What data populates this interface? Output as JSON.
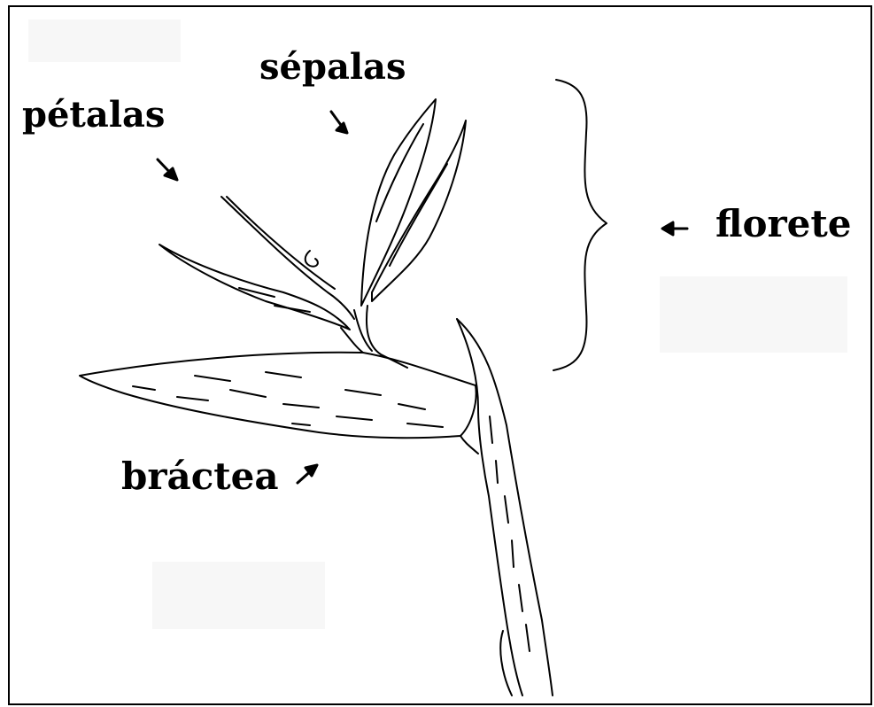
{
  "labels": {
    "sepals": "sépalas",
    "petals": "pétalas",
    "floret": "florete",
    "bract": "bráctea"
  },
  "colors": {
    "ink": "#000000",
    "background": "#ffffff"
  }
}
